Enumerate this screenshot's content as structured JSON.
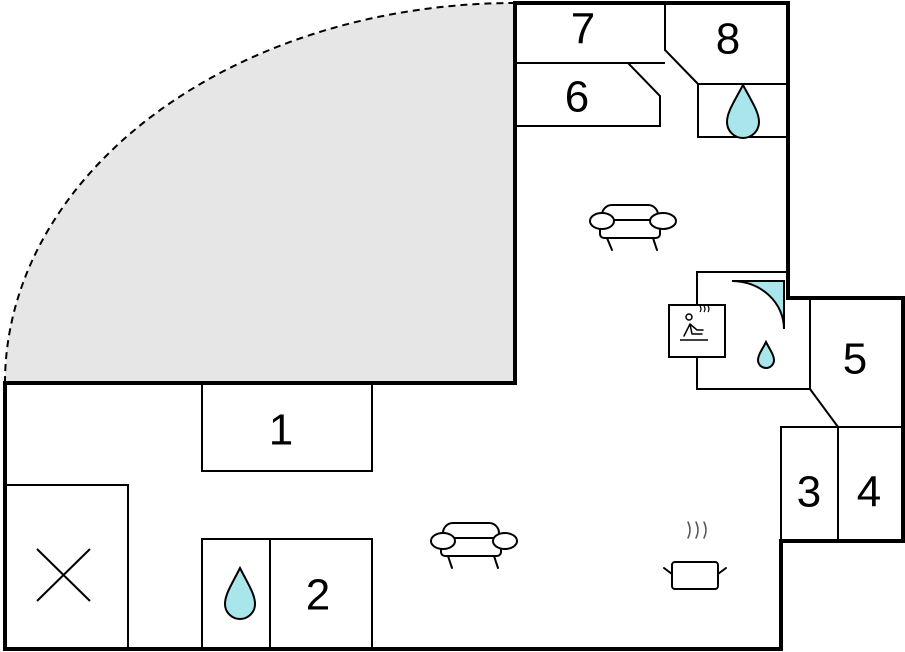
{
  "rooms": [
    {
      "label": "1"
    },
    {
      "label": "2"
    },
    {
      "label": "3"
    },
    {
      "label": "4"
    },
    {
      "label": "5"
    },
    {
      "label": "6"
    },
    {
      "label": "7"
    },
    {
      "label": "8"
    }
  ],
  "colors": {
    "terrace": "#e6e6e6",
    "water": "#a8e6ec",
    "wall": "#000000"
  },
  "icons": [
    "water-drop-icon",
    "sofa-icon",
    "cooking-pot-icon",
    "sauna-icon",
    "shower-icon",
    "stairs-cross-icon"
  ]
}
